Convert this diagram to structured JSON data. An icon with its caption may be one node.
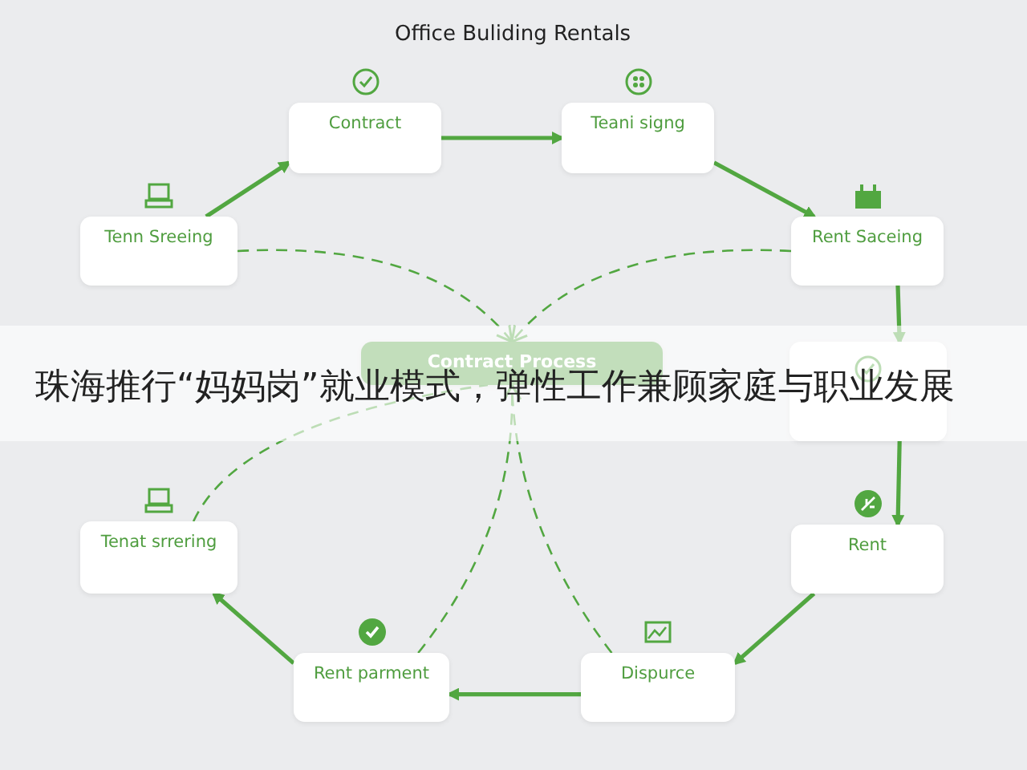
{
  "diagram": {
    "title": "Office Buliding Rentals",
    "nodes": [
      {
        "text": [
          "Tenn Sreeing"
        ]
      },
      {
        "text": [
          "Contract"
        ]
      },
      {
        "text": [
          "Teani signg"
        ]
      },
      {
        "text": [
          "Rent Saceing"
        ]
      },
      {
        "text": [],
        "shape": "box"
      },
      {
        "text": [
          "Rent"
        ]
      },
      {
        "text": [
          "Dispurce"
        ]
      },
      {
        "text": [
          "Rent parment"
        ]
      },
      {
        "text": [
          "Tenat srrering"
        ]
      },
      {
        "text": [
          "Contract Process"
        ]
      }
    ],
    "edges": [
      {
        "from": 0,
        "to": 1,
        "arrow": "to"
      },
      {
        "from": 1,
        "to": 2,
        "arrow": "to"
      },
      {
        "from": 2,
        "to": 3,
        "arrow": "to"
      },
      {
        "from": 3,
        "to": 4,
        "arrow": "to"
      },
      {
        "from": 4,
        "to": 5,
        "arrow": "to"
      },
      {
        "from": 5,
        "to": 6,
        "arrow": "to"
      },
      {
        "from": 6,
        "to": 7,
        "arrow": "to"
      },
      {
        "from": 7,
        "to": 8,
        "arrow": "to"
      },
      {
        "from": 0,
        "to": 9,
        "arrow": "to",
        "style": "dashed"
      },
      {
        "from": 3,
        "to": 9,
        "arrow": "to",
        "style": "dashed"
      },
      {
        "from": 8,
        "to": 9,
        "arrow": "none",
        "style": "dashed"
      },
      {
        "from": 7,
        "to": 9,
        "arrow": "to",
        "style": "dashed"
      },
      {
        "from": 6,
        "to": 9,
        "arrow": "to",
        "style": "dashed"
      }
    ],
    "labels": [
      "珠海推行“妈妈岗”就业模式，弹性工作兼顾家庭与职业发展"
    ]
  }
}
